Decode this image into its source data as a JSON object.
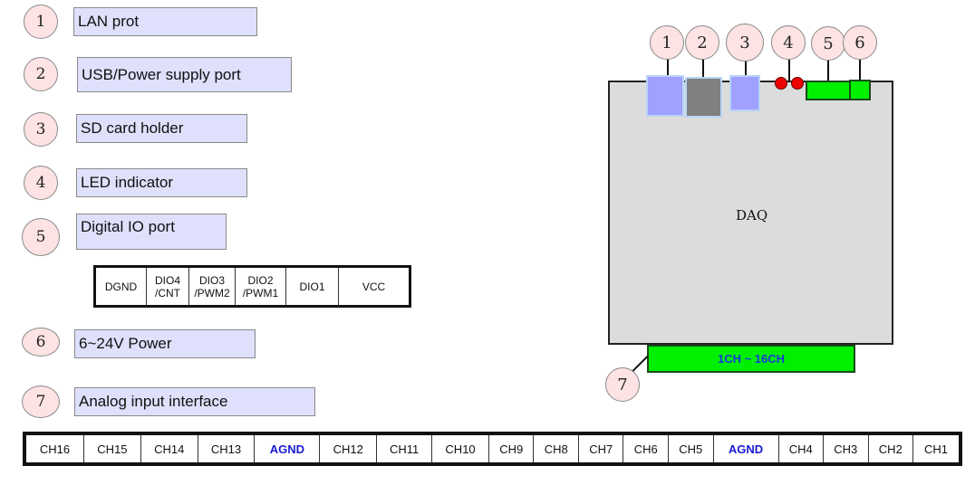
{
  "legend": [
    {
      "num": "1",
      "label": "LAN prot"
    },
    {
      "num": "2",
      "label": "USB/Power supply port"
    },
    {
      "num": "3",
      "label": "SD card holder"
    },
    {
      "num": "4",
      "label": "LED indicator"
    },
    {
      "num": "5",
      "label": "Digital IO port"
    },
    {
      "num": "6",
      "label": "6~24V Power"
    },
    {
      "num": "7",
      "label": "Analog input interface"
    }
  ],
  "digital_io_pins": [
    {
      "line1": "DGND",
      "line2": ""
    },
    {
      "line1": "DIO4",
      "line2": "/CNT"
    },
    {
      "line1": "DIO3",
      "line2": "/PWM2"
    },
    {
      "line1": "DIO2",
      "line2": "/PWM1"
    },
    {
      "line1": "DIO1",
      "line2": ""
    },
    {
      "line1": "VCC",
      "line2": ""
    }
  ],
  "analog_channels": [
    "CH16",
    "CH15",
    "CH14",
    "CH13",
    "AGND",
    "CH12",
    "CH11",
    "CH10",
    "CH9",
    "CH8",
    "CH7",
    "CH6",
    "CH5",
    "AGND",
    "CH4",
    "CH3",
    "CH2",
    "CH1"
  ],
  "board": {
    "label": "DAQ",
    "analog_port_label": "1CH ~ 16CH",
    "callouts": [
      "1",
      "2",
      "3",
      "4",
      "5",
      "6",
      "7"
    ]
  },
  "colors": {
    "callout_fill": "#fde3e3",
    "label_fill": "#dfe0fb",
    "lan_port": "#a0a0ff",
    "usb_port": "#808080",
    "sd_holder": "#a0a0ff",
    "led": "#ee0000",
    "dio_port": "#00f000",
    "agnd_text": "#1a1ad0"
  }
}
